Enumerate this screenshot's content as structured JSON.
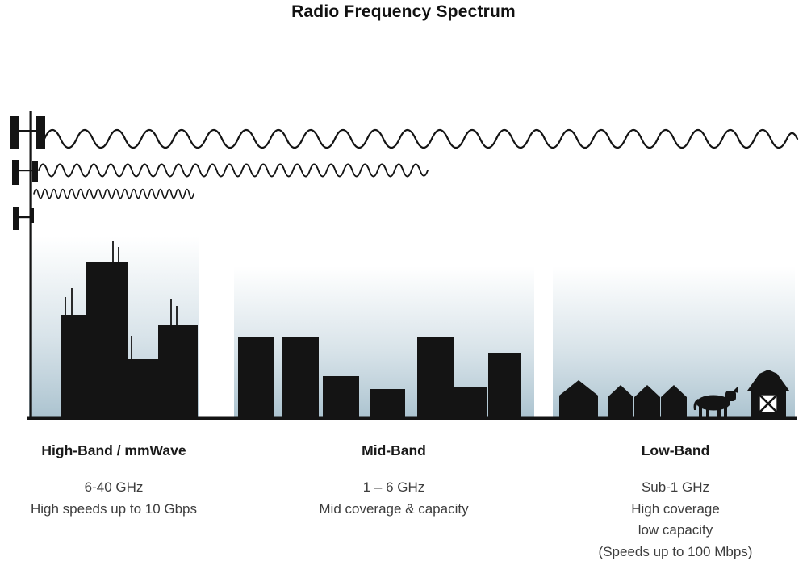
{
  "title": "Radio Frequency Spectrum",
  "bands": [
    {
      "name": "High-Band / mmWave",
      "lines": [
        "6-40 GHz",
        "High speeds up to 10 Gbps"
      ]
    },
    {
      "name": "Mid-Band",
      "lines": [
        "1 – 6 GHz",
        "Mid coverage & capacity"
      ]
    },
    {
      "name": "Low-Band",
      "lines": [
        "Sub-1 GHz",
        "High coverage",
        "low capacity",
        "(Speeds up to 100 Mbps)"
      ]
    }
  ],
  "icons": {
    "tower": "cell-tower-icon",
    "high_band_scene": "city-skyline-icon",
    "mid_band_scene": "suburban-buildings-icon",
    "low_band_scene": "rural-houses-cow-barn-icon",
    "waves": [
      "wave-low-band-long-wavelength",
      "wave-mid-band-medium-wavelength",
      "wave-high-band-short-wavelength"
    ]
  },
  "colors": {
    "silhouette": "#141414",
    "sky_fade": "#aec5d1",
    "text_primary": "#1a1a1a",
    "text_secondary": "#3d3d3d",
    "background": "#ffffff"
  }
}
